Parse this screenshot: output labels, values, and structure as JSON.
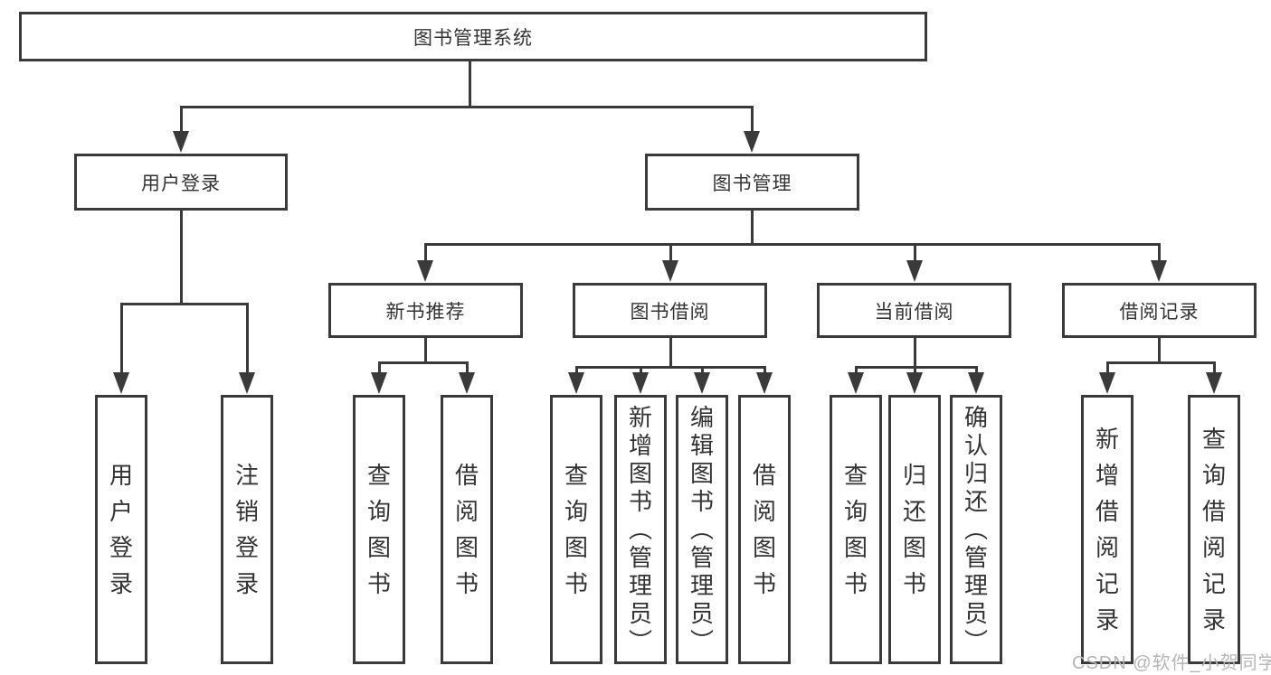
{
  "diagram": {
    "root": "图书管理系统",
    "level2": {
      "user_login": "用户登录",
      "book_management": "图书管理"
    },
    "level3": {
      "new_book_recommend": "新书推荐",
      "book_borrow": "图书借阅",
      "current_borrow": "当前借阅",
      "borrow_records": "借阅记录"
    },
    "leaves": {
      "user_login": "用户登录",
      "logout": "注销登录",
      "query_books_recommend": "查询图书",
      "borrow_books_recommend": "借阅图书",
      "query_books_borrow": "查询图书",
      "add_books_admin": "新增图书（管理员）",
      "edit_books_admin": "编辑图书（管理员）",
      "borrow_books_borrow": "借阅图书",
      "query_books_current": "查询图书",
      "return_books": "归还图书",
      "confirm_return_admin": "确认归还（管理员）",
      "add_borrow_record": "新增借阅记录",
      "query_borrow_record": "查询借阅记录"
    }
  },
  "watermark": "CSDN @软件_小贺同学",
  "colors": {
    "line": "#3a3a3a",
    "text": "#333333",
    "watermark": "#b5b5b5"
  }
}
